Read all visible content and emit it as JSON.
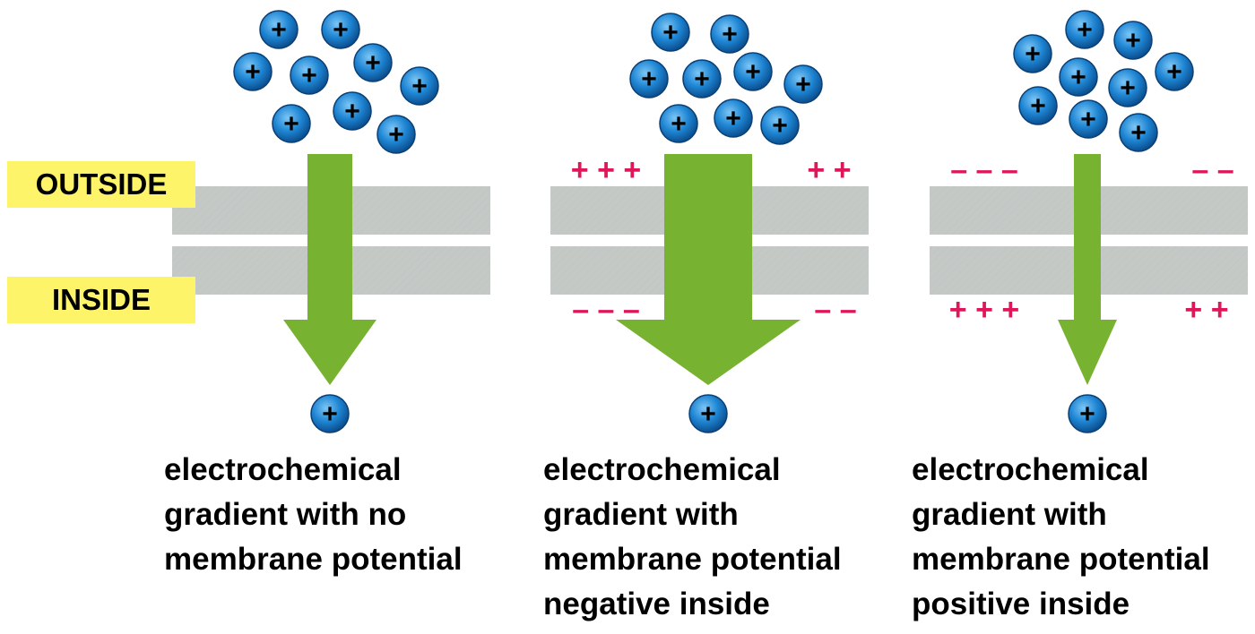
{
  "labels": {
    "outside": "OUTSIDE",
    "inside": "INSIDE"
  },
  "ion_symbol": "+",
  "colors": {
    "membrane": "#c5c9c6",
    "arrow": "#78b231",
    "charge": "#e0165a",
    "ion_fill": "#1f86d4",
    "label_bg": "#fef46a"
  },
  "panels": [
    {
      "caption": [
        "electrochemical",
        "gradient with no",
        "membrane potential"
      ],
      "arrow_size": "medium",
      "outside_charges": [
        "",
        ""
      ],
      "inside_charges": [
        "",
        ""
      ]
    },
    {
      "caption": [
        "electrochemical",
        "gradient with",
        "membrane potential",
        "negative inside"
      ],
      "arrow_size": "large",
      "outside_charges": [
        "+ + +",
        "+ +"
      ],
      "inside_charges": [
        "– – –",
        "– –"
      ]
    },
    {
      "caption": [
        "electrochemical",
        "gradient with",
        "membrane potential",
        "positive inside"
      ],
      "arrow_size": "small",
      "outside_charges": [
        "– – –",
        "– –"
      ],
      "inside_charges": [
        "+ + +",
        "+ +"
      ]
    }
  ]
}
